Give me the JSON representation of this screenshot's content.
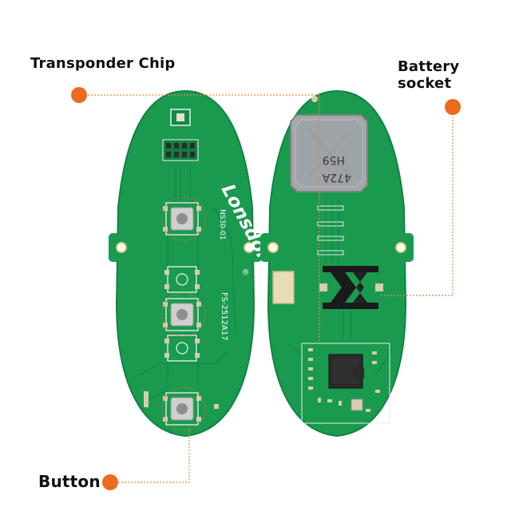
{
  "callouts": {
    "transponder": "Transponder Chip",
    "battery_line1": "Battery",
    "battery_line2": "socket",
    "button": "Button"
  },
  "board_text": {
    "brand": "Lonsdor",
    "registered": "®",
    "model": "NS30-01",
    "part_number": "FS-2512A17",
    "battery_mark_1": "472A",
    "battery_mark_2": "H59"
  },
  "colors": {
    "pcb_green": "#1a9a4f",
    "pcb_edge": "#118243",
    "accent_orange": "#ee6a1f",
    "leader_line": "#e28a4a",
    "battery_grey": "#9ea3a6"
  }
}
